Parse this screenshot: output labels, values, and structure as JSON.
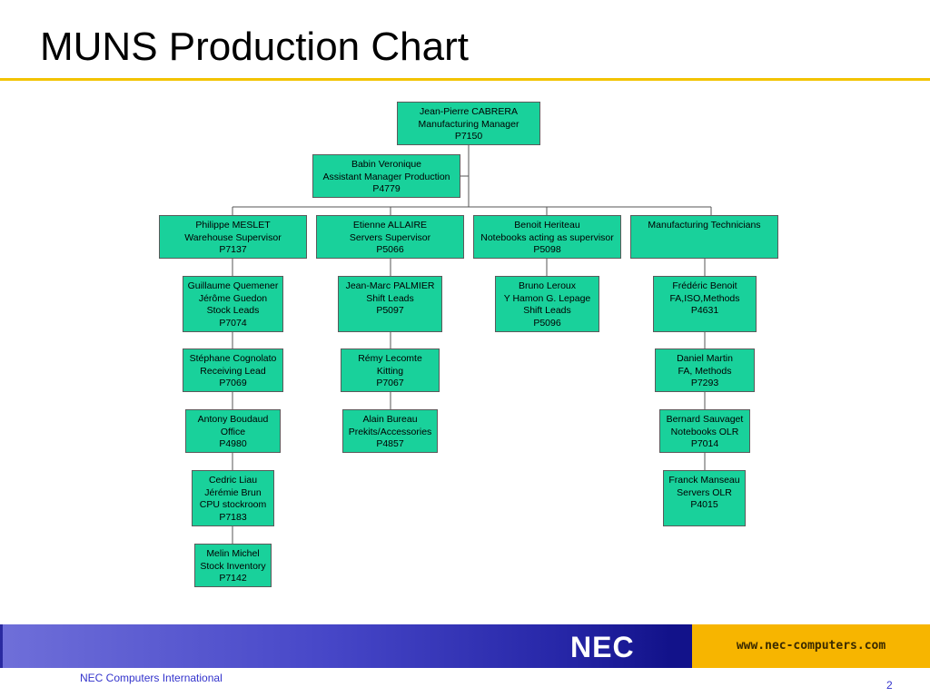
{
  "title": "MUNS Production Chart",
  "colors": {
    "box": "#19d19b",
    "rule": "#f2c300",
    "band": "#2727a8",
    "web_panel": "#f7b500",
    "footer_text": "#3333cc"
  },
  "org": {
    "manager": [
      "Jean-Pierre CABRERA",
      "Manufacturing Manager",
      "P7150"
    ],
    "assistant": [
      "Babin Veronique",
      "Assistant Manager Production",
      "P4779"
    ],
    "columns": [
      {
        "head": [
          "Philippe MESLET",
          "Warehouse Supervisor",
          "P7137"
        ],
        "members": [
          [
            "Guillaume Quemener",
            "Jérôme Guedon",
            "Stock Leads",
            "P7074"
          ],
          [
            "Stéphane Cognolato",
            "Receiving Lead",
            "P7069"
          ],
          [
            "Antony Boudaud",
            "Office",
            "P4980"
          ],
          [
            "Cedric Liau",
            "Jérémie Brun",
            "CPU stockroom",
            "P7183"
          ],
          [
            "Melin Michel",
            "Stock Inventory",
            "P7142"
          ]
        ]
      },
      {
        "head": [
          "Etienne ALLAIRE",
          "Servers Supervisor",
          "P5066"
        ],
        "members": [
          [
            "Jean-Marc PALMIER",
            "Shift Leads",
            "P5097"
          ],
          [
            "Rémy Lecomte",
            "Kitting",
            "P7067"
          ],
          [
            "Alain Bureau",
            "Prekits/Accessories",
            "P4857"
          ]
        ]
      },
      {
        "head": [
          "Benoit Heriteau",
          "Notebooks acting as supervisor",
          "P5098"
        ],
        "members": [
          [
            "Bruno Leroux",
            "Y Hamon G. Lepage",
            "Shift Leads",
            "P5096"
          ]
        ]
      },
      {
        "head": [
          "Manufacturing Technicians"
        ],
        "members": [
          [
            "Frédéric Benoit",
            "FA,ISO,Methods",
            "P4631"
          ],
          [
            "Daniel Martin",
            "FA, Methods",
            "P7293"
          ],
          [
            "Bernard Sauvaget",
            "Notebooks OLR",
            "P7014"
          ],
          [
            "Franck Manseau",
            "Servers OLR",
            "P4015"
          ]
        ]
      }
    ]
  },
  "footer": {
    "logo": "NEC",
    "website": "www.nec-computers.com",
    "company": "NEC Computers International",
    "page_number": "2"
  }
}
